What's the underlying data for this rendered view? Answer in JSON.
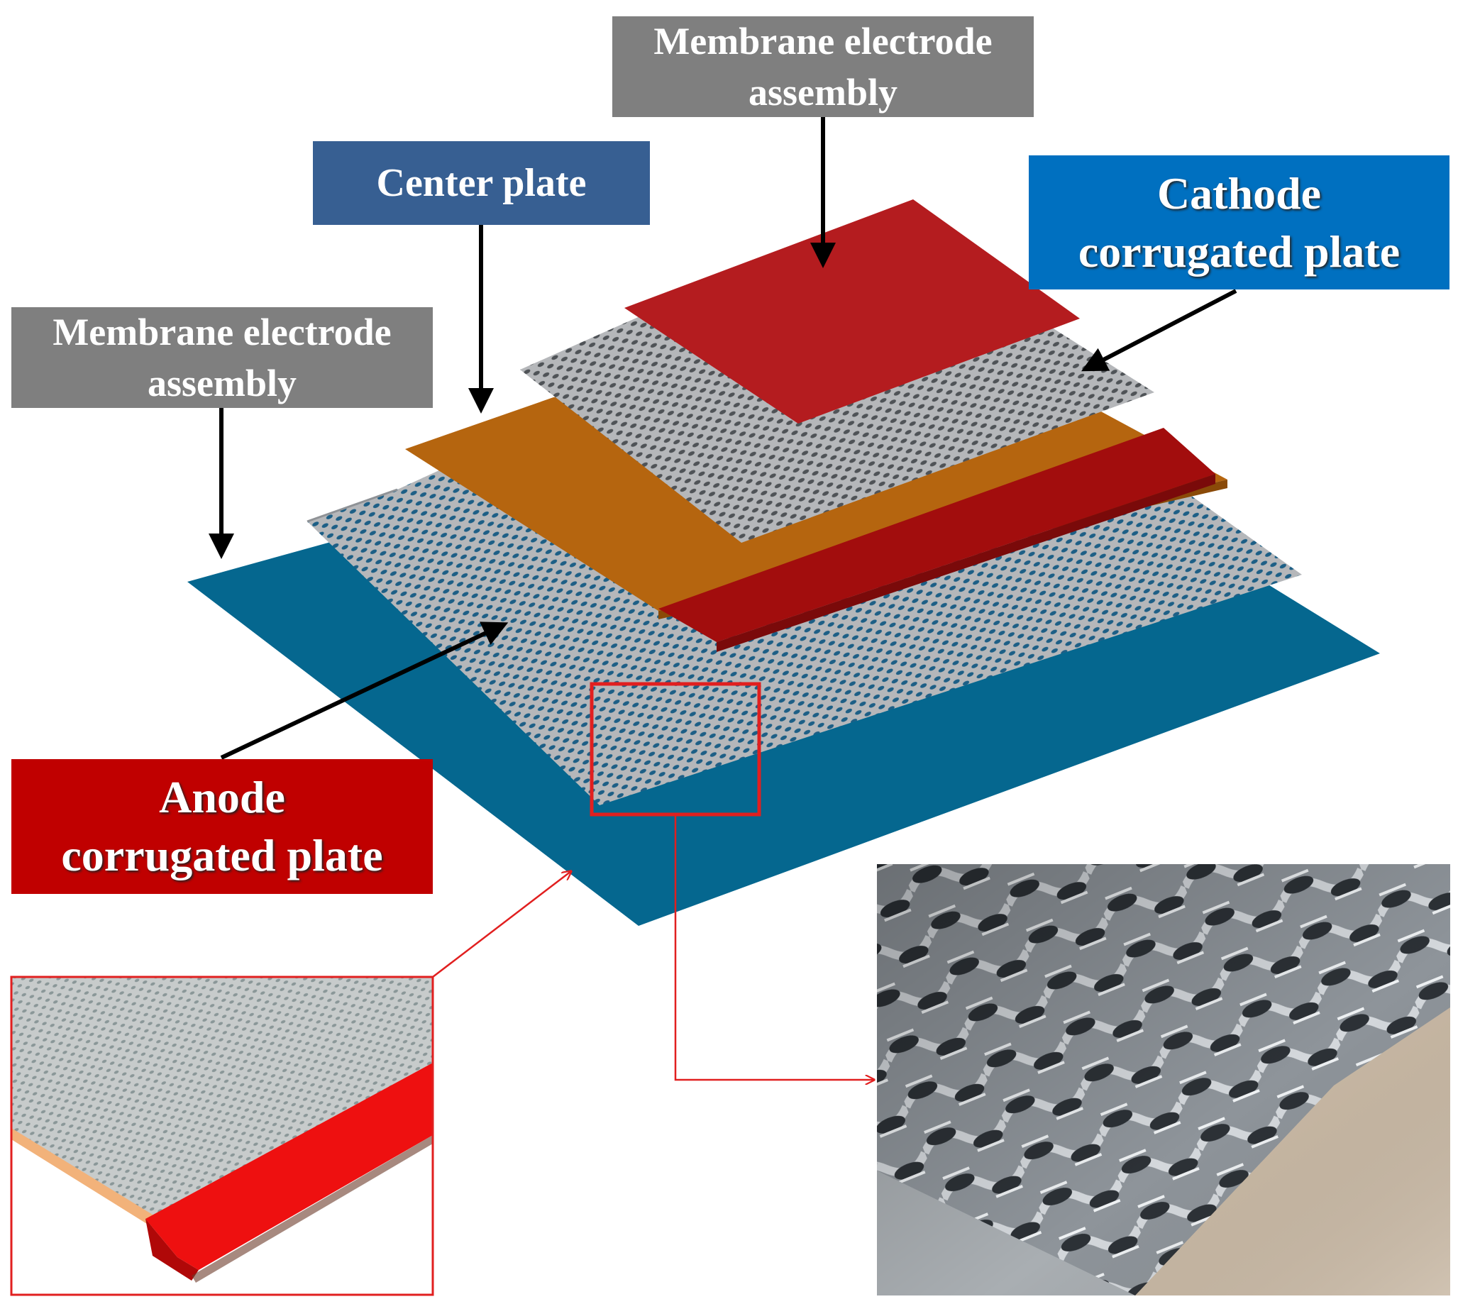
{
  "labels": {
    "mea_top": {
      "line1": "Membrane electrode",
      "line2": "assembly"
    },
    "center_plate": "Center plate",
    "cathode": {
      "line1": "Cathode",
      "line2": "corrugated plate"
    },
    "mea_left": {
      "line1": "Membrane electrode",
      "line2": "assembly"
    },
    "anode": {
      "line1": "Anode",
      "line2": "corrugated plate"
    }
  },
  "colors": {
    "mea_bottom_layer": "#05678f",
    "mea_top_layer": "#b41c1f",
    "center_plate": "#b5650f",
    "seal_strip": "#a20d0d",
    "corrugated_plate": "#a9aaad",
    "label_gray": "#7f7f7f",
    "label_center": "#375f92",
    "label_cathode": "#0070c0",
    "label_anode": "#c00000",
    "highlight_red": "#e11f1f"
  },
  "insets": {
    "left_inset": "closeup-of-plate-edge",
    "right_inset": "photo-of-corrugated-mesh"
  }
}
